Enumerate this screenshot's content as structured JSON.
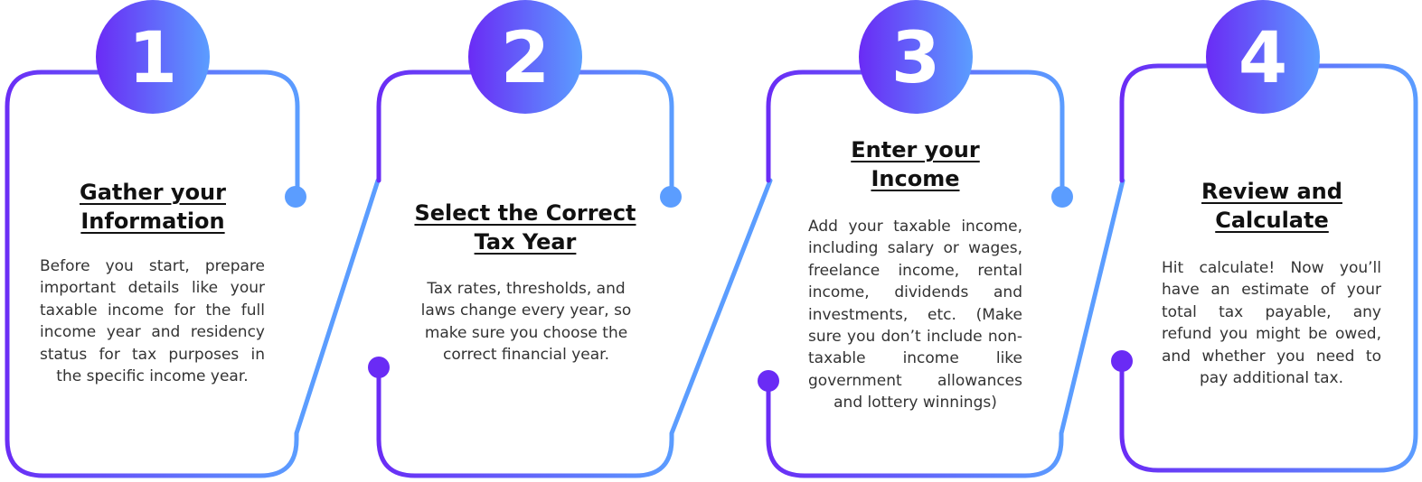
{
  "steps": [
    {
      "number": "1",
      "title_line1": "Gather your",
      "title_line2": "Information",
      "body": "Before you start, prepare important details like your taxable income for the full income year and residency status for tax purposes in the specific income year."
    },
    {
      "number": "2",
      "title_line1": "Select the Correct",
      "title_line2": "Tax Year",
      "body": "Tax rates, thresholds, and laws change every year, so make sure you choose the correct financial year."
    },
    {
      "number": "3",
      "title_line1": "Enter your",
      "title_line2": "Income",
      "body": "Add your taxable income, including salary or wages, freelance income, rental income, dividends and investments, etc. (Make sure you don’t include non-taxable income like government allowances and lottery winnings)"
    },
    {
      "number": "4",
      "title_line1": "Review and",
      "title_line2": "Calculate",
      "body": "Hit calculate! Now you’ll have an estimate of your total tax payable, any refund you might be owed, and whether you need to pay additional tax."
    }
  ],
  "colors": {
    "accent_purple": "#6a2bf5",
    "accent_blue": "#5b9dff",
    "title": "#111111",
    "body": "#333333"
  }
}
